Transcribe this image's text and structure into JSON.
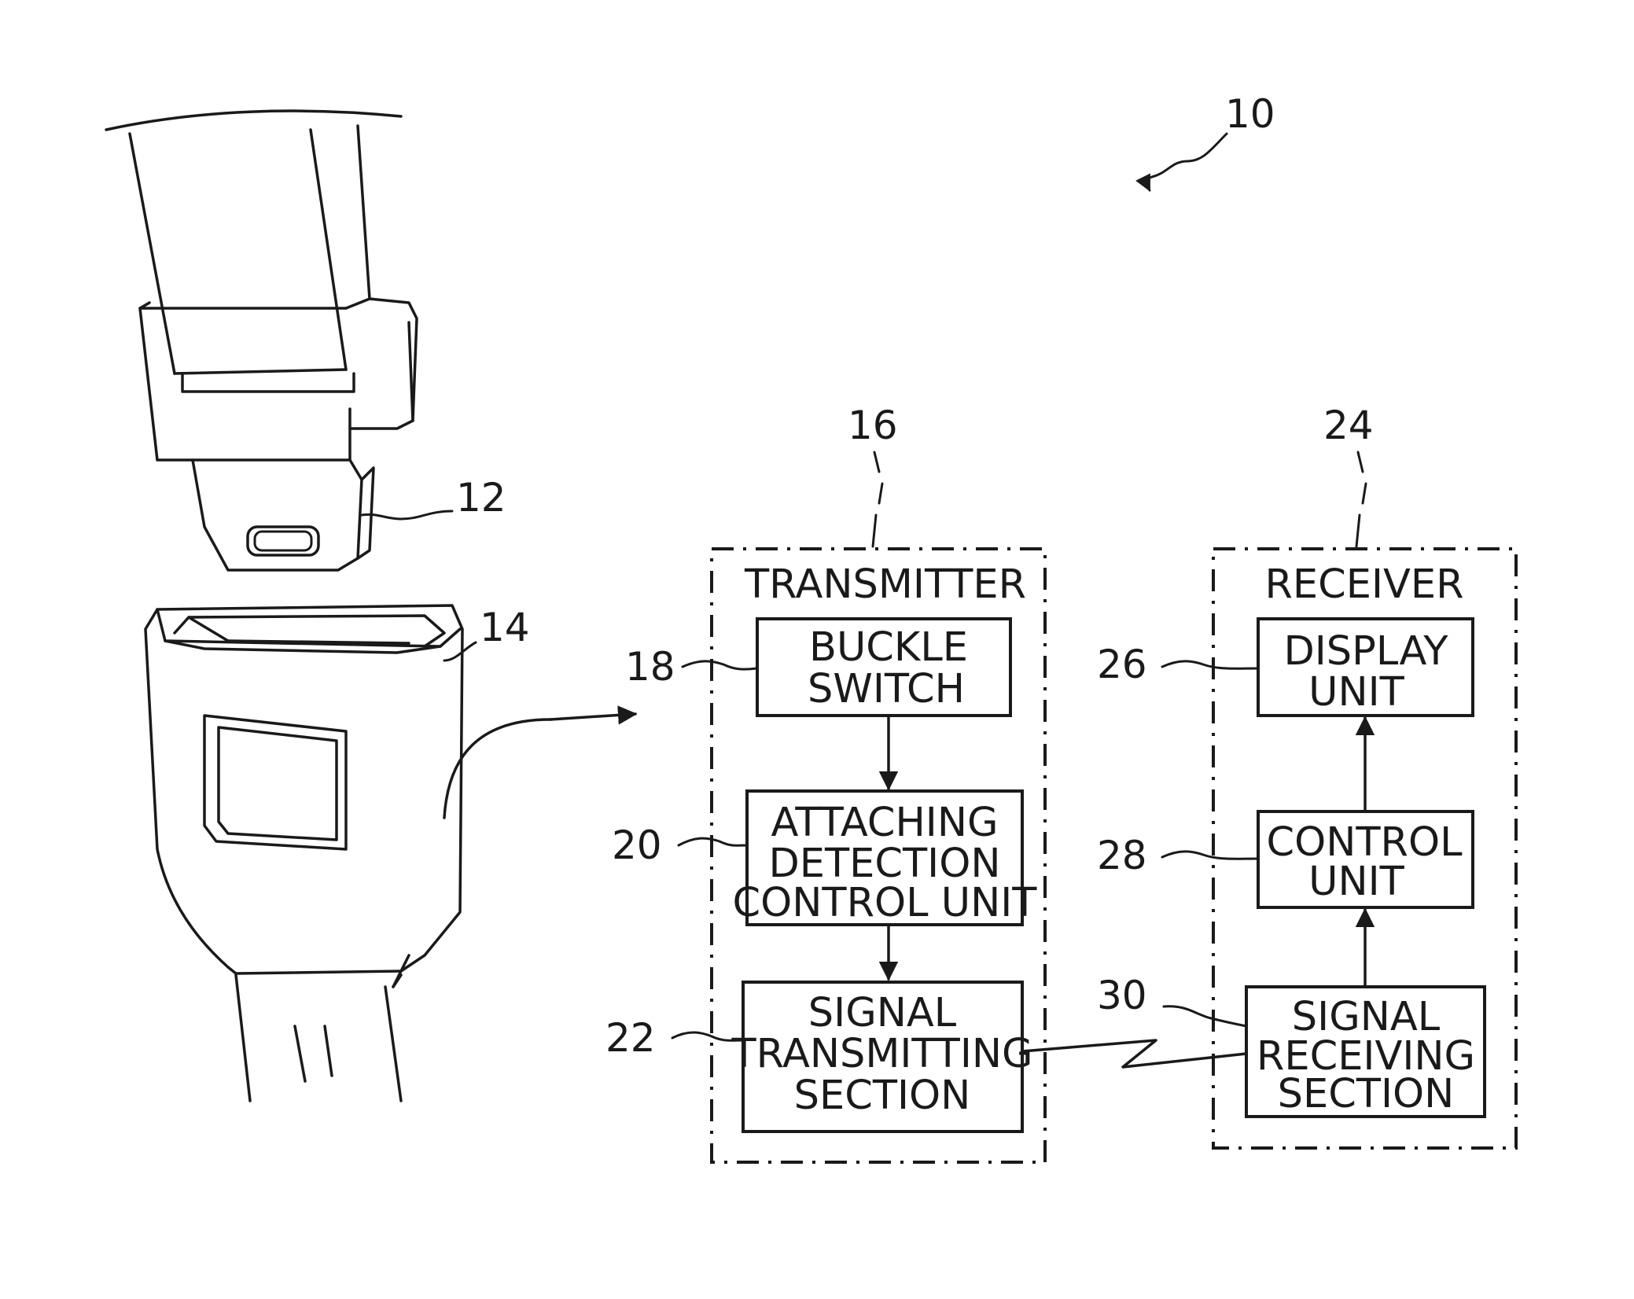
{
  "figure": {
    "ref_system": "10",
    "ref_tongue": "12",
    "ref_buckle": "14",
    "transmitter": {
      "ref": "16",
      "title": "TRANSMITTER",
      "buckle_switch": {
        "ref": "18",
        "lines": [
          "BUCKLE",
          "SWITCH"
        ]
      },
      "attaching_detection": {
        "ref": "20",
        "lines": [
          "ATTACHING",
          "DETECTION",
          "CONTROL UNIT"
        ]
      },
      "signal_transmitting": {
        "ref": "22",
        "lines": [
          "SIGNAL",
          "TRANSMITTING",
          "SECTION"
        ]
      }
    },
    "receiver": {
      "ref": "24",
      "title": "RECEIVER",
      "display_unit": {
        "ref": "26",
        "lines": [
          "DISPLAY",
          "UNIT"
        ]
      },
      "control_unit": {
        "ref": "28",
        "lines": [
          "CONTROL",
          "UNIT"
        ]
      },
      "signal_receiving": {
        "ref": "30",
        "lines": [
          "SIGNAL",
          "RECEIVING",
          "SECTION"
        ]
      }
    }
  }
}
